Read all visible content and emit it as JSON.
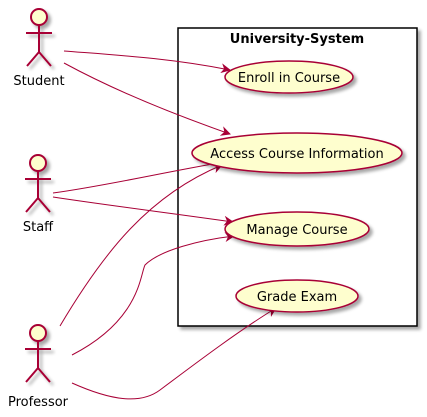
{
  "diagram": {
    "type": "use-case",
    "system": {
      "title": "University-System"
    },
    "actors": [
      {
        "id": "student",
        "label": "Student"
      },
      {
        "id": "staff",
        "label": "Staff"
      },
      {
        "id": "professor",
        "label": "Professor"
      }
    ],
    "use_cases": [
      {
        "id": "enroll",
        "label": "Enroll in Course"
      },
      {
        "id": "access",
        "label": "Access Course Information"
      },
      {
        "id": "manage",
        "label": "Manage Course"
      },
      {
        "id": "grade",
        "label": "Grade Exam"
      }
    ],
    "associations": [
      {
        "from": "student",
        "to": "enroll"
      },
      {
        "from": "student",
        "to": "access"
      },
      {
        "from": "staff",
        "to": "access"
      },
      {
        "from": "staff",
        "to": "manage"
      },
      {
        "from": "professor",
        "to": "access"
      },
      {
        "from": "professor",
        "to": "manage"
      },
      {
        "from": "professor",
        "to": "grade"
      }
    ],
    "colors": {
      "actor_fill": "#FEFECE",
      "actor_stroke": "#A80036",
      "usecase_fill": "#FEFECE",
      "usecase_stroke": "#A80036",
      "edge": "#A80036",
      "system_border": "#000000"
    }
  }
}
